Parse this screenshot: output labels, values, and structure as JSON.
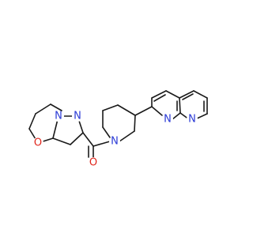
{
  "molecule": {
    "atoms": [
      {
        "id": "N1",
        "label": "N",
        "color": "#2b3bd6"
      },
      {
        "id": "N2",
        "label": "N",
        "color": "#2b3bd6"
      },
      {
        "id": "O1",
        "label": "O",
        "color": "#e0251b"
      },
      {
        "id": "O2",
        "label": "O",
        "color": "#e0251b"
      },
      {
        "id": "N3",
        "label": "N",
        "color": "#2b3bd6"
      },
      {
        "id": "N4",
        "label": "N",
        "color": "#2b3bd6"
      },
      {
        "id": "N5",
        "label": "N",
        "color": "#2b3bd6"
      }
    ],
    "bond_color": "#1a1a1a",
    "background": "#ffffff"
  }
}
